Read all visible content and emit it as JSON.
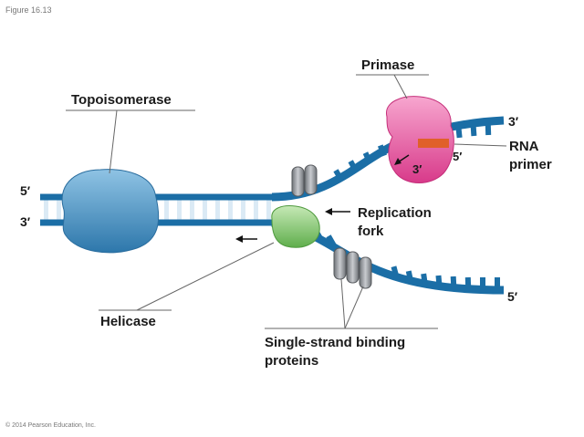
{
  "figure_id": "Figure 16.13",
  "copyright": "© 2014 Pearson Education, Inc.",
  "labels": {
    "topoisomerase": "Topoisomerase",
    "primase": "Primase",
    "helicase": "Helicase",
    "replication_fork_line1": "Replication",
    "replication_fork_line2": "fork",
    "rna_primer_line1": "RNA",
    "rna_primer_line2": "primer",
    "ssb_line1": "Single-strand binding",
    "ssb_line2": "proteins"
  },
  "strand_ends": {
    "left_top": "5′",
    "left_bottom": "3′",
    "upper_right": "3′",
    "lower_right": "5′",
    "primer_5": "5′",
    "primer_3": "3′"
  },
  "colors": {
    "dna_strand": "#1b6ea6",
    "dna_rung": "#dbeaf5",
    "topoisomerase": "#4a93c4",
    "primase": "#e84fa0",
    "helicase": "#7cc36a",
    "ssb_protein": "#8c8f94",
    "rna_primer": "#e0602a"
  }
}
